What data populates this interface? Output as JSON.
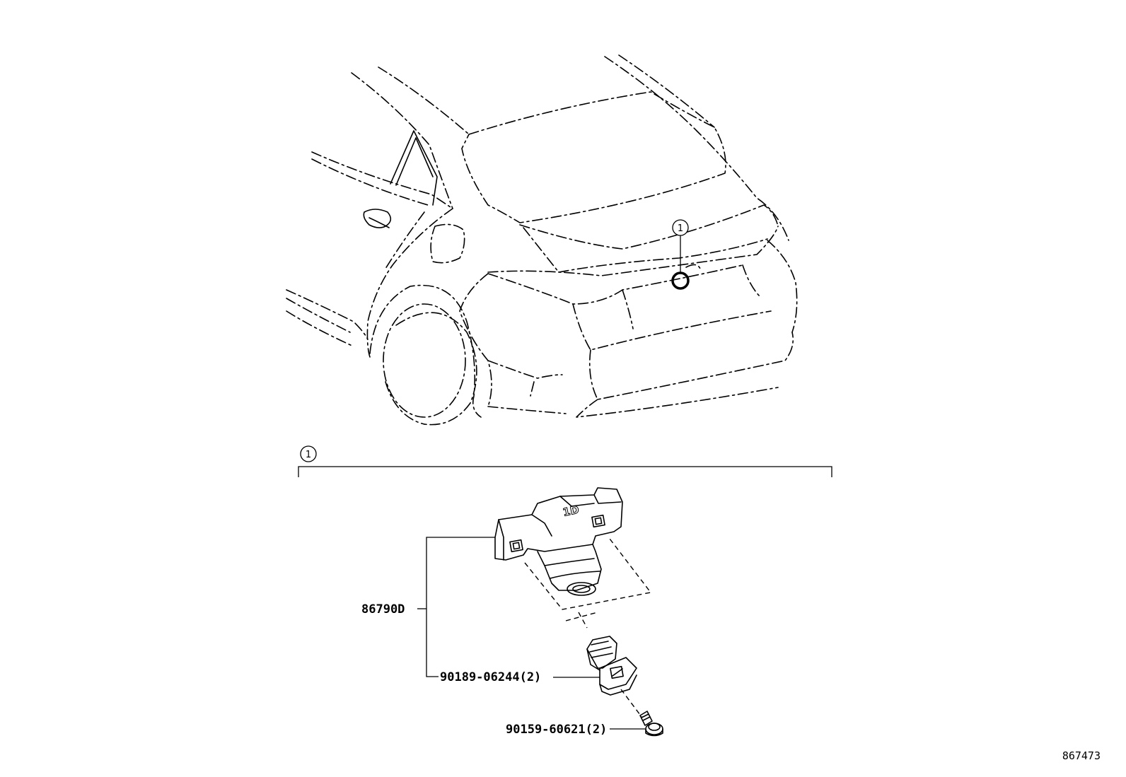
{
  "callout": {
    "number": "1"
  },
  "group": {
    "number": "1"
  },
  "parts": {
    "camera": "86790D",
    "clip": "90189-06244(2)",
    "screw": "90159-60621(2)"
  },
  "camera_marking": "1D",
  "illustration_ref": "867473"
}
